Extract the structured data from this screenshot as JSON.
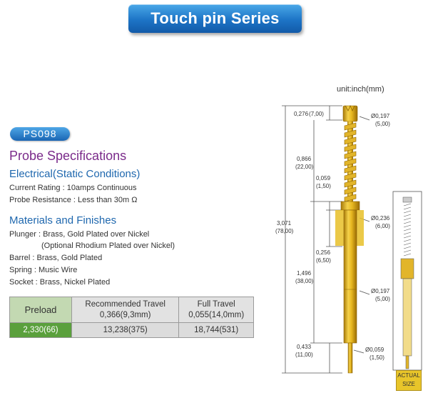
{
  "header": {
    "title": "Touch pin Series"
  },
  "product": {
    "model": "PS098"
  },
  "specs": {
    "title": "Probe Specifications",
    "electrical": {
      "title": "Electrical(Static Conditions)",
      "lines": [
        "Current Rating : 10amps Continuous",
        "Probe Resistance : Less than 30m Ω"
      ]
    },
    "materials": {
      "title": "Materials and Finishes",
      "lines": [
        "Plunger : Brass, Gold Plated over Nickel",
        "(Optional Rhodium Plated over Nickel)",
        "Barrel : Brass, Gold Plated",
        "Spring : Music Wire",
        "Socket : Brass, Nickel Plated"
      ]
    }
  },
  "table": {
    "headers": [
      "Preload",
      "Recommended Travel",
      "0,366(9,3mm)",
      "Full Travel",
      "0,055(14,0mm)"
    ],
    "values": [
      "2,330(66)",
      "13,238(375)",
      "18,744(531)"
    ]
  },
  "drawing": {
    "unit": "unit:inch(mm)",
    "dims": {
      "d1a": "0,276",
      "d1b": "(7,00)",
      "d2a": "0,866",
      "d2b": "(22,00)",
      "d3a": "0,059",
      "d3b": "(1,50)",
      "d4a": "3,071",
      "d4b": "(78,00)",
      "d5a": "0,256",
      "d5b": "(6,50)",
      "d6a": "1,496",
      "d6b": "(38,00)",
      "d7a": "0,433",
      "d7b": "(11,00)",
      "r1a": "Ø0,197",
      "r1b": "(5,00)",
      "r2a": "Ø0,236",
      "r2b": "(6,00)",
      "r3a": "Ø0,197",
      "r3b": "(5,00)",
      "r4a": "Ø0,059",
      "r4b": "(1,50)"
    },
    "actual_size": [
      "ACTUAL",
      "SIZE"
    ]
  }
}
